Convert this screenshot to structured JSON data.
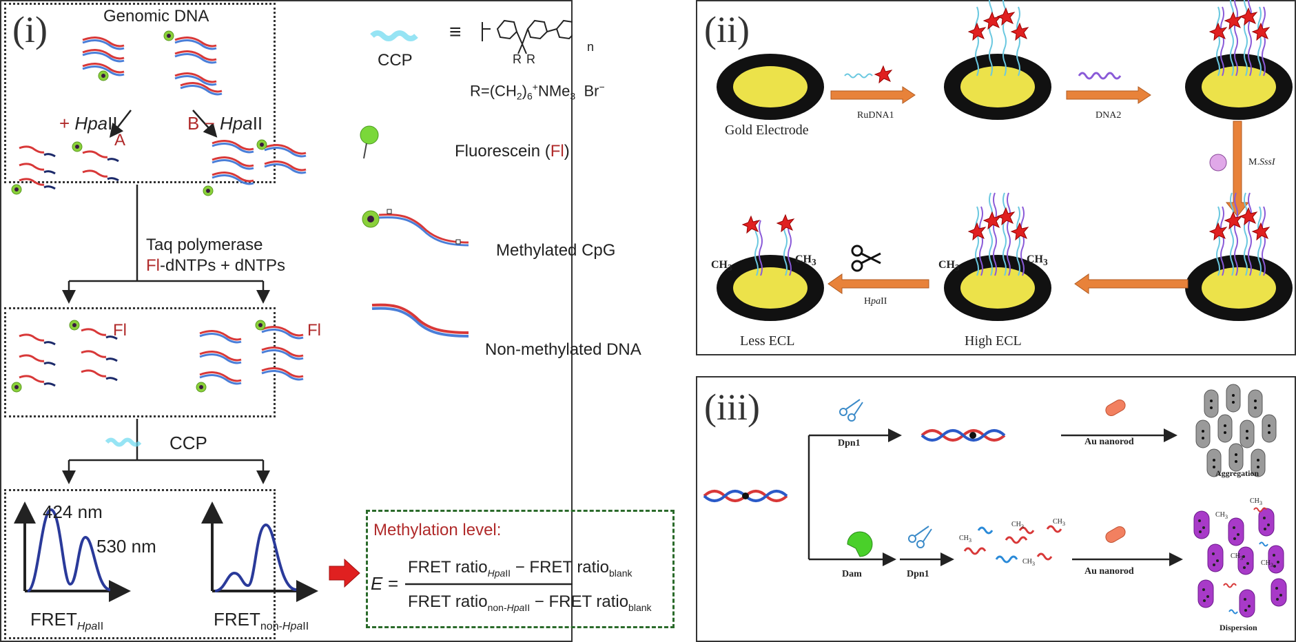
{
  "panel_i": {
    "roman": "(i)",
    "genomic_dna": "Genomic DNA",
    "plus_prefix": "+ ",
    "minus_prefix": "B − ",
    "enzyme": "Hpa",
    "enzyme_suffix": "II",
    "path_a": "A",
    "taq_line1": "Taq polymerase",
    "fl_prefix": "Fl",
    "taq_line2_suffix": "-dNTPs + dNTPs",
    "fl_label": "Fl",
    "ccp_label": "CCP",
    "peak1": "424 nm",
    "peak2": "530 nm",
    "fret_left_main": "FRET",
    "fret_left_sub": "Hpa",
    "fret_left_sub2": "II",
    "fret_right_main": "FRET",
    "fret_right_sub": "non-",
    "fret_right_sub2": "Hpa",
    "fret_right_sub3": "II"
  },
  "legend": {
    "ccp": "CCP",
    "equiv": "≡",
    "n": "n",
    "r": "R",
    "r_formula_a": "R=(CH",
    "r_formula_sub2": "2",
    "r_formula_b": ")",
    "r_formula_sub6": "6",
    "r_formula_c": "NMe",
    "r_formula_sub3": "3",
    "r_formula_br": "Br",
    "plus": "+",
    "minus": "−",
    "fluorescein_a": "Fluorescein (",
    "fluorescein_fl": "Fl",
    "fluorescein_b": ")",
    "methylated": "Methylated CpG",
    "non_methylated": "Non-methylated DNA"
  },
  "formula": {
    "title": "Methylation level:",
    "e": "E =",
    "fret_ratio": "FRET ratio",
    "sub_hpa": "Hpa",
    "sub_ii": "II",
    "minus": " − ",
    "sub_blank": "blank",
    "sub_non": "non-"
  },
  "panel_ii": {
    "roman": "(ii)",
    "gold_electrode": "Gold Electrode",
    "rudna1": "RuDNA1",
    "dna2": "DNA2",
    "msss1_a": "M.",
    "msss1_b": "SssI",
    "hpaii_a": "H",
    "hpaii_b": "pa",
    "hpaii_c": "II",
    "ch3": "CH",
    "ch3_sub": "3",
    "less_ecl": "Less ECL",
    "high_ecl": "High ECL"
  },
  "panel_iii": {
    "roman": "(iii)",
    "dpn1": "Dpn1",
    "dam": "Dam",
    "au_nanorod": "Au nanorod",
    "aggregation": "Aggregation",
    "dispersion": "Dispersion",
    "ch3": "CH",
    "ch3_sub": "3"
  },
  "colors": {
    "red_strand": "#d83838",
    "blue_strand": "#4a7ed8",
    "navy": "#1c2a6a",
    "accent_red": "#b02a2a",
    "orange_arrow": "#e8823a",
    "gold": "#ece24a",
    "green_dot": "#8ad03a",
    "ccp_cyan": "#6ad8f0",
    "formula_green": "#2a6a2a"
  }
}
